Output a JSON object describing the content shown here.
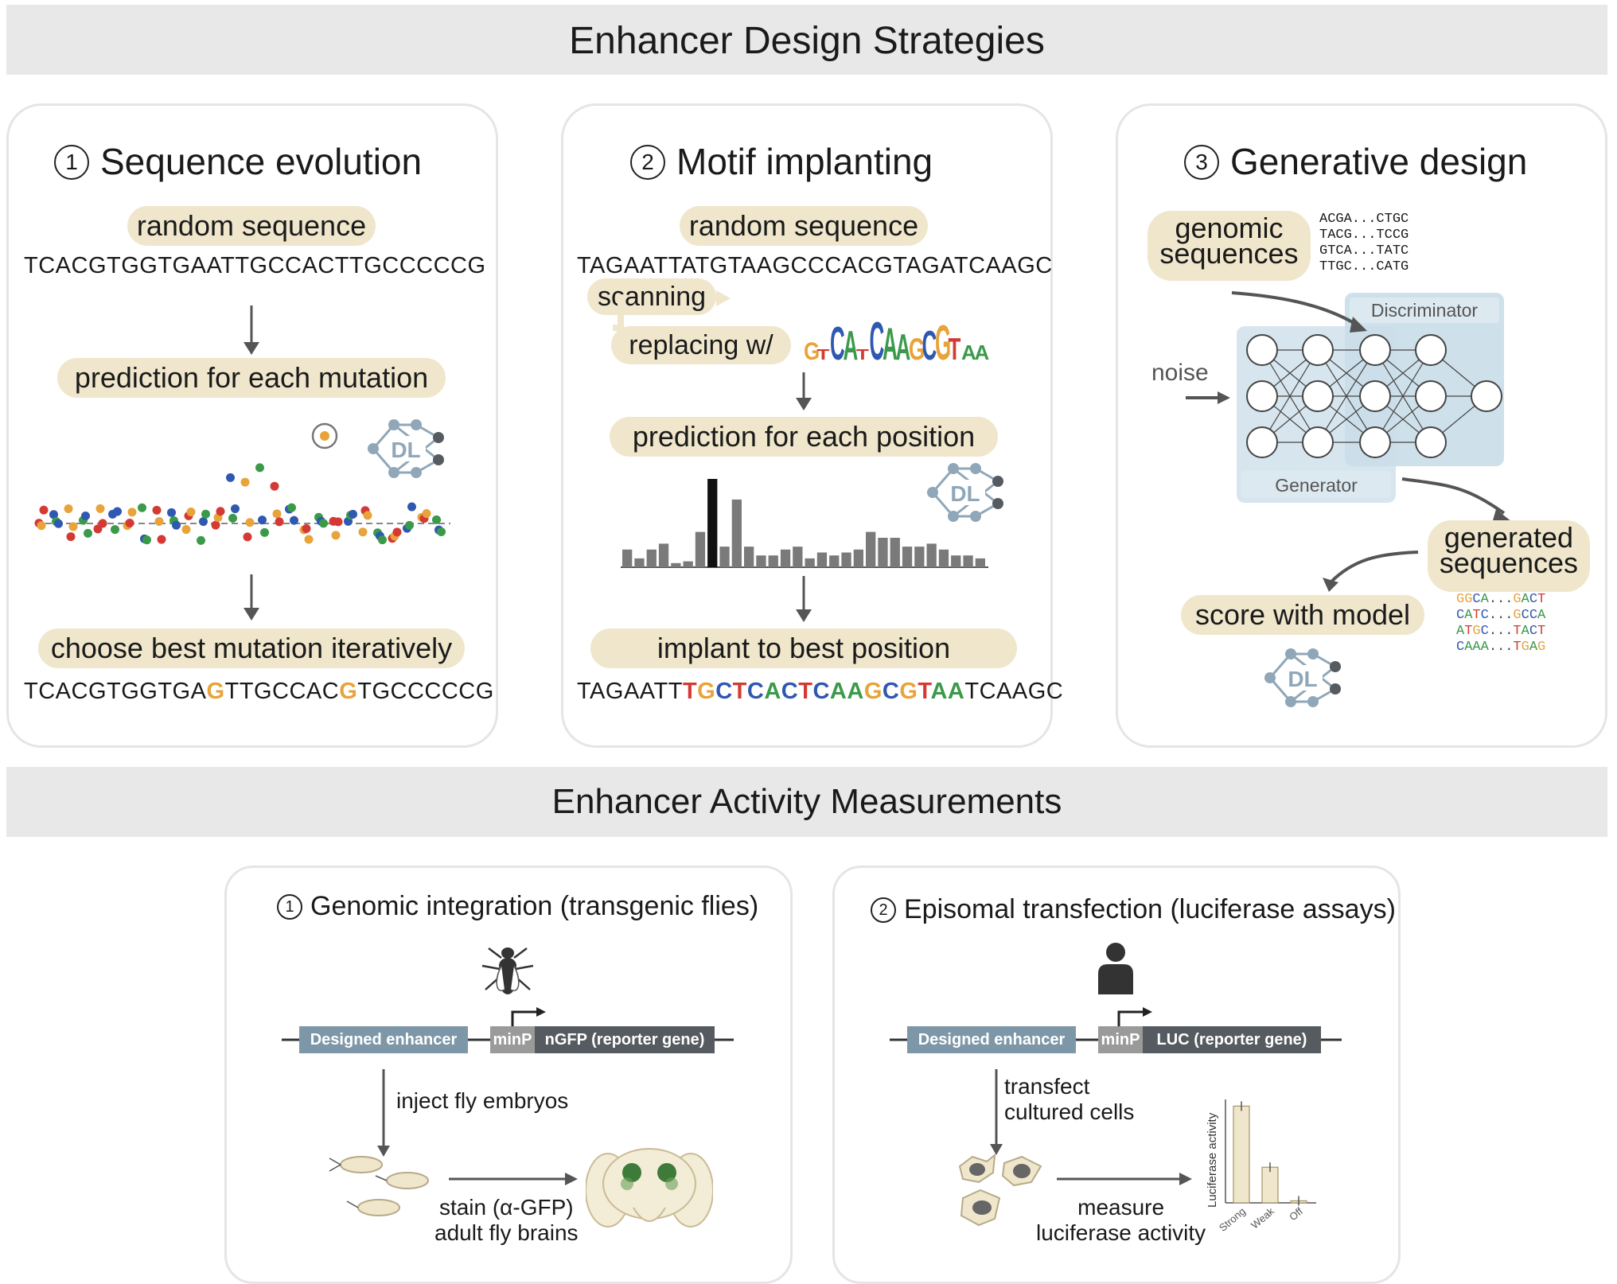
{
  "top_banner": {
    "title": "Enhancer Design Strategies"
  },
  "bottom_banner": {
    "title": "Enhancer Activity Measurements"
  },
  "panel1": {
    "number": "1",
    "title": "Sequence evolution",
    "pill_random": "random sequence",
    "sequence_start": "TCACGTGGTGAATTGCCACTTGCCCCCG",
    "pill_prediction": "prediction for each mutation",
    "dl_label": "DL",
    "pill_choose": "choose best mutation iteratively",
    "final_seq_part1": "TCACGTGGTGA",
    "final_seq_mut1": "G",
    "final_seq_part2": "TTGCCAC",
    "final_seq_mut2": "G",
    "final_seq_part3": "TGCCCCCG"
  },
  "panel2": {
    "number": "2",
    "title": "Motif implanting",
    "pill_random": "random sequence",
    "sequence_start": "TAGAATTATGTAAGCCCACGTAGATCAAGC",
    "scanning": "scanning",
    "replacing": "replacing w/",
    "motif_letters": "GTCATCAAGCGTAA",
    "pill_prediction": "prediction for each position",
    "dl_label": "DL",
    "pill_implant": "implant to best position",
    "final_prefix": "TAGAATT",
    "final_motif": "TGCTCACTCAAGCGTAA",
    "final_suffix": "TCAAGC",
    "bar_values": [
      3,
      1.5,
      3,
      4,
      0.7,
      1,
      6,
      15,
      3.5,
      11.5,
      3.5,
      2,
      2,
      3,
      3.5,
      1.5,
      2.5,
      2,
      2.5,
      3,
      6,
      5,
      5,
      3.5,
      3.5,
      4,
      3,
      2,
      2,
      1.5
    ]
  },
  "panel3": {
    "number": "3",
    "title": "Generative design",
    "pill_genomic": "genomic sequences",
    "genomic_list": [
      "ACGA...CTGC",
      "TACG...TCCG",
      "GTCA...TATC",
      "TTGC...CATG"
    ],
    "discriminator": "Discriminator",
    "generator": "Generator",
    "noise": "noise",
    "pill_generated": "generated sequences",
    "generated_list": [
      "GGCA...GACT",
      "CATC...GCCA",
      "ATGC...TACT",
      "CAAA...TGAG"
    ],
    "pill_score": "score with model",
    "dl_label": "DL"
  },
  "sub1": {
    "number": "1",
    "title": "Genomic integration (transgenic flies)",
    "enhancer_label": "Designed enhancer",
    "minp_label": "minP",
    "reporter_label": "nGFP (reporter gene)",
    "step1": "inject fly embryos",
    "step2_line1": "stain (α-GFP)",
    "step2_line2": "adult fly brains"
  },
  "sub2": {
    "number": "2",
    "title": "Episomal transfection (luciferase assays)",
    "enhancer_label": "Designed enhancer",
    "minp_label": "minP",
    "reporter_label": "LUC (reporter gene)",
    "step1_line1": "transfect",
    "step1_line2": "cultured cells",
    "step2_line1": "measure",
    "step2_line2": "luciferase activity"
  },
  "chart_data": {
    "type": "bar",
    "categories": [
      "Strong",
      "Weak",
      "Off"
    ],
    "values": [
      0.95,
      0.35,
      0.02
    ],
    "ylabel": "Luciferase activity",
    "ylim": [
      0,
      1
    ]
  },
  "colors": {
    "pill": "#efe6cc",
    "nn_box": "#c9dde8",
    "gene_box": "#7e97a8",
    "minp_box": "#9a9a9a",
    "reporter_box": "#555b60",
    "mutation": "#e8a33a",
    "A": "#3a9a4a",
    "C": "#2f58b0",
    "G": "#e8a33a",
    "T": "#d43a33"
  }
}
